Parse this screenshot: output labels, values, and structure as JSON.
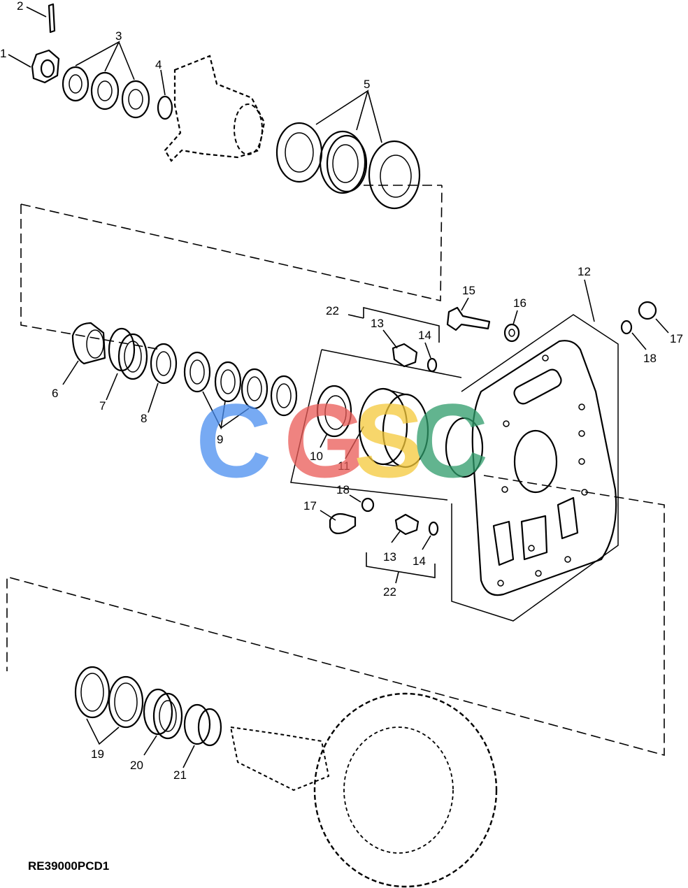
{
  "callouts": {
    "c1": "1",
    "c2": "2",
    "c3": "3",
    "c4": "4",
    "c5": "5",
    "c6": "6",
    "c7": "7",
    "c8": "8",
    "c9": "9",
    "c10": "10",
    "c11": "11",
    "c12": "12",
    "c13a": "13",
    "c14a": "14",
    "c15": "15",
    "c16": "16",
    "c17a": "17",
    "c18a": "18",
    "c13b": "13",
    "c14b": "14",
    "c17b": "17",
    "c18b": "18",
    "c19": "19",
    "c20": "20",
    "c21": "21",
    "c22a": "22",
    "c22b": "22"
  },
  "diagram_code": "RE39000PCD1",
  "watermark": {
    "letters": [
      "C",
      "G",
      "S",
      "C"
    ],
    "colors": [
      "#4a8ef0",
      "#ea5a56",
      "#f5c93a",
      "#2e9c6a"
    ]
  }
}
